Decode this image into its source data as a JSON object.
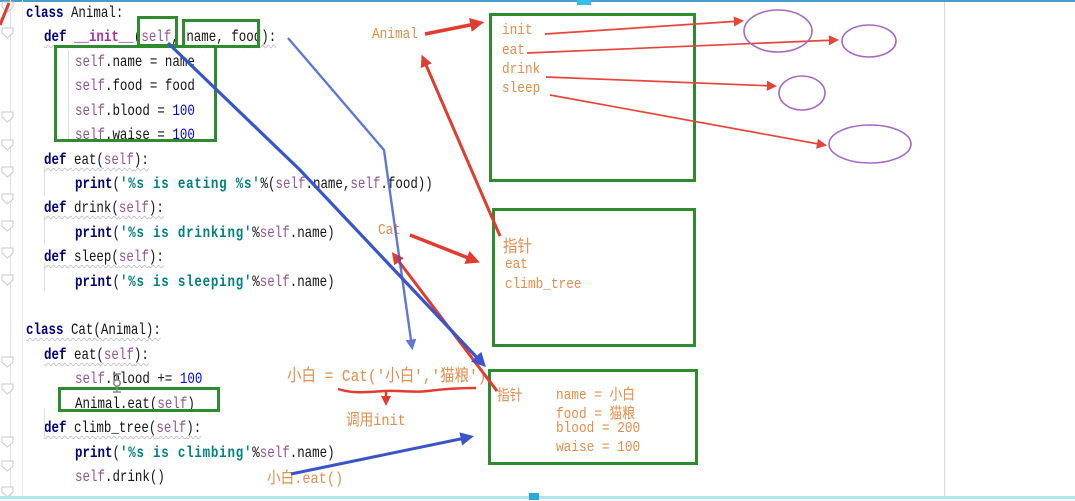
{
  "colors": {
    "keyword": "#000080",
    "magic_method": "#a633a6",
    "self": "#94558d",
    "string": "#008080",
    "number": "#0000ff",
    "annotation_orange": "#e78c4a",
    "arrow_red": "#e23b30",
    "arrow_blue": "#3a55cc",
    "box_green": "#2e8b2e",
    "ellipse_purple": "#a868c8",
    "top_bar_blue": "#4a9ace",
    "bottom_bar_cyan": "#b0e4ef"
  },
  "code": {
    "lines": [
      {
        "indent": 0,
        "squiggle": false,
        "segments": [
          [
            "class",
            "kw"
          ],
          [
            " Animal:",
            "plain"
          ]
        ]
      },
      {
        "indent": 1,
        "squiggle": true,
        "segments": [
          [
            "def",
            "kw"
          ],
          [
            " ",
            "plain"
          ],
          [
            "__init__",
            "magic"
          ],
          [
            "(",
            "plain"
          ],
          [
            "self",
            "self"
          ],
          [
            ", name, food):",
            "plain"
          ]
        ]
      },
      {
        "indent": 2,
        "squiggle": false,
        "segments": [
          [
            "self",
            "self"
          ],
          [
            ".name = name",
            "plain"
          ]
        ]
      },
      {
        "indent": 2,
        "squiggle": false,
        "segments": [
          [
            "self",
            "self"
          ],
          [
            ".food = food",
            "plain"
          ]
        ]
      },
      {
        "indent": 2,
        "squiggle": false,
        "segments": [
          [
            "self",
            "self"
          ],
          [
            ".blood = ",
            "plain"
          ],
          [
            "100",
            "num"
          ]
        ]
      },
      {
        "indent": 2,
        "squiggle": false,
        "segments": [
          [
            "self",
            "self"
          ],
          [
            ".waise = ",
            "plain"
          ],
          [
            "100",
            "num"
          ]
        ]
      },
      {
        "indent": 1,
        "squiggle": true,
        "segments": [
          [
            "def",
            "kw"
          ],
          [
            " eat(",
            "plain"
          ],
          [
            "self",
            "self"
          ],
          [
            "):",
            "plain"
          ]
        ]
      },
      {
        "indent": 2,
        "squiggle": false,
        "segments": [
          [
            "print",
            "kw"
          ],
          [
            "(",
            "plain"
          ],
          [
            "'%s is eating %s'",
            "str"
          ],
          [
            "%(",
            "plain"
          ],
          [
            "self",
            "self"
          ],
          [
            ".name,",
            "plain"
          ],
          [
            "self",
            "self"
          ],
          [
            ".food))",
            "plain"
          ]
        ]
      },
      {
        "indent": 1,
        "squiggle": true,
        "segments": [
          [
            "def",
            "kw"
          ],
          [
            " drink(",
            "plain"
          ],
          [
            "self",
            "self"
          ],
          [
            "):",
            "plain"
          ]
        ]
      },
      {
        "indent": 2,
        "squiggle": false,
        "segments": [
          [
            "print",
            "kw"
          ],
          [
            "(",
            "plain"
          ],
          [
            "'%s is drinking'",
            "str"
          ],
          [
            "%",
            "plain"
          ],
          [
            "self",
            "self"
          ],
          [
            ".name)",
            "plain"
          ]
        ]
      },
      {
        "indent": 1,
        "squiggle": true,
        "segments": [
          [
            "def",
            "kw"
          ],
          [
            " sleep(",
            "plain"
          ],
          [
            "self",
            "self"
          ],
          [
            "):",
            "plain"
          ]
        ]
      },
      {
        "indent": 2,
        "squiggle": false,
        "segments": [
          [
            "print",
            "kw"
          ],
          [
            "(",
            "plain"
          ],
          [
            "'%s is sleeping'",
            "str"
          ],
          [
            "%",
            "plain"
          ],
          [
            "self",
            "self"
          ],
          [
            ".name)",
            "plain"
          ]
        ]
      },
      {
        "indent": 0,
        "squiggle": true,
        "segments": [
          [
            "class",
            "kw"
          ],
          [
            " Cat(Animal):",
            "plain"
          ]
        ]
      },
      {
        "indent": 1,
        "squiggle": true,
        "segments": [
          [
            "def",
            "kw"
          ],
          [
            " eat(",
            "plain"
          ],
          [
            "self",
            "self"
          ],
          [
            "):",
            "plain"
          ]
        ]
      },
      {
        "indent": 2,
        "squiggle": false,
        "segments": [
          [
            "self",
            "self"
          ],
          [
            ".blood += ",
            "plain"
          ],
          [
            "100",
            "num"
          ]
        ]
      },
      {
        "indent": 2,
        "squiggle": false,
        "segments": [
          [
            "Animal.eat(",
            "plain"
          ],
          [
            "self",
            "self"
          ],
          [
            ")",
            "plain"
          ]
        ]
      },
      {
        "indent": 1,
        "squiggle": true,
        "segments": [
          [
            "def",
            "kw"
          ],
          [
            " climb_tree(",
            "plain"
          ],
          [
            "self",
            "self"
          ],
          [
            "):",
            "plain"
          ]
        ]
      },
      {
        "indent": 2,
        "squiggle": false,
        "segments": [
          [
            "print",
            "kw"
          ],
          [
            "(",
            "plain"
          ],
          [
            "'%s is climbing'",
            "str"
          ],
          [
            "%",
            "plain"
          ],
          [
            "self",
            "self"
          ],
          [
            ".name)",
            "plain"
          ]
        ]
      },
      {
        "indent": 2,
        "squiggle": false,
        "segments": [
          [
            "self",
            "self"
          ],
          [
            ".drink()",
            "plain"
          ]
        ]
      }
    ]
  },
  "annotations": {
    "animal_label": "Animal",
    "cat_label": "Cat",
    "instance_line": "小白 = Cat('小白','猫粮')",
    "call_init_label": "调用init",
    "call_eat_label": "小白.eat()",
    "class_box_items": {
      "item0": "init",
      "item1": "eat",
      "item2": "drink",
      "item3": "sleep"
    },
    "cat_box_items": {
      "pointer": "指针",
      "item1": "eat",
      "item2": "climb_tree"
    },
    "instance_box": {
      "pointer": "指针",
      "field0": "name = 小白",
      "field1": "food = 猫粮",
      "field2": "blood = 200",
      "field3": "waise = 100"
    }
  }
}
